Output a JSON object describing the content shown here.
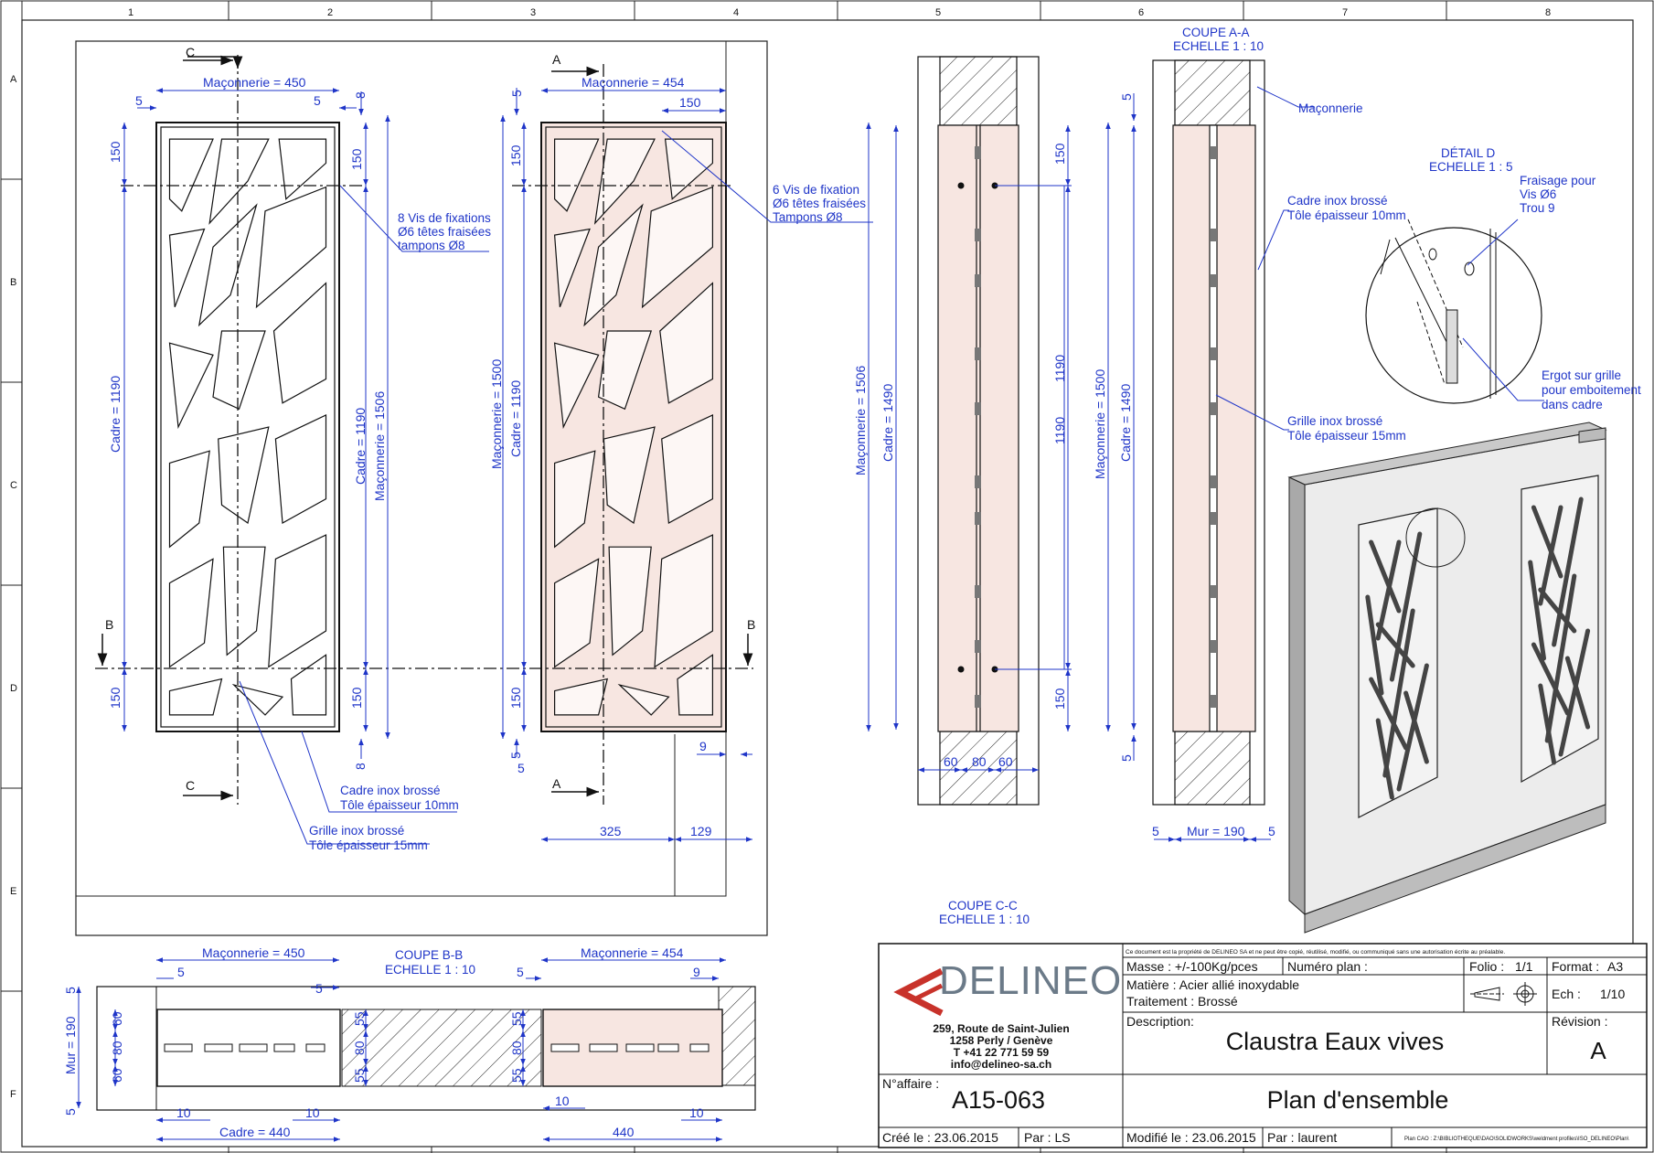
{
  "grid": {
    "columns": [
      "1",
      "2",
      "3",
      "4",
      "5",
      "6",
      "7",
      "8"
    ],
    "rows": [
      "A",
      "B",
      "C",
      "D",
      "E",
      "F"
    ]
  },
  "colors": {
    "dimension": "#1f35c8",
    "line": "#111111",
    "masonry_fill": "#f7e6e1",
    "logo_red": "#c8322a",
    "logo_grey": "#6b7a88"
  },
  "front_view": {
    "masonry_width": "Maçonnerie = 450",
    "edge_left": "5",
    "edge_right": "5",
    "top_8": "8",
    "bottom_8": "8",
    "top_150_left": "150",
    "top_150_right": "150",
    "bottom_150_left": "150",
    "bottom_150_right": "150",
    "cadre_left": "Cadre = 1190",
    "cadre_right": "Cadre = 1190",
    "maconnerie_right": "Maçonnerie = 1506",
    "screws_note": [
      "8 Vis de fixations",
      "Ø6 têtes fraisées",
      "tampons Ø8"
    ],
    "cadre_note": [
      "Cadre inox brossé",
      "Tôle épaisseur 10mm"
    ],
    "grille_note": [
      "Grille inox brossé",
      "Tôle épaisseur 15mm"
    ],
    "section_c": "C",
    "section_b": "B"
  },
  "back_view": {
    "masonry_width": "Maçonnerie = 454",
    "top_5": "5",
    "dim_150": "150",
    "top_150": "150",
    "bottom_150": "150",
    "maconnerie_1500": "Maçonnerie = 1500",
    "cadre_1190": "Cadre = 1190",
    "bottom_5a": "5",
    "bottom_5b": "5",
    "dim_9": "9",
    "dim_325": "325",
    "dim_129": "129",
    "screws_note": [
      "6 Vis de fixation",
      "Ø6 têtes fraisées",
      "Tampons Ø8"
    ],
    "section_a": "A"
  },
  "section_cc": {
    "title": "COUPE C-C",
    "scale": "ECHELLE 1 : 10",
    "maconnerie": "Maçonnerie = 1506",
    "cadre": "Cadre = 1490",
    "top_150": "150",
    "mid_1190": "1190",
    "bottom_150": "150",
    "d60a": "60",
    "d80": "80",
    "d60b": "60"
  },
  "section_aa": {
    "title": "COUPE A-A",
    "scale": "ECHELLE 1 : 10",
    "maconnerie_label": "Maçonnerie",
    "maconnerie": "Maçonnerie = 1500",
    "cadre": "Cadre = 1490",
    "top_5": "5",
    "bottom_5": "5",
    "mid_1190": "1190",
    "wall_left_5": "5",
    "wall": "Mur = 190",
    "wall_right_5": "5",
    "cadre_note": [
      "Cadre inox brossé",
      "Tôle épaisseur 10mm"
    ],
    "grille_note": [
      "Grille inox brossé",
      "Tôle épaisseur 15mm"
    ]
  },
  "detail_d": {
    "title": "DÉTAIL D",
    "scale": "ECHELLE 1 : 5",
    "fraisage_note": [
      "Fraisage pour",
      "Vis Ø6",
      "Trou 9"
    ],
    "ergot_note": [
      "Ergot sur grille",
      "pour emboitement",
      "dans cadre"
    ]
  },
  "section_bb": {
    "title": "COUPE B-B",
    "scale": "ECHELLE 1 : 10",
    "masonry_left": "Maçonnerie = 450",
    "masonry_right": "Maçonnerie = 454",
    "d5a": "5",
    "d5b": "5",
    "d5c": "5",
    "d9": "9",
    "mur": "Mur = 190",
    "d5_top": "5",
    "d5_bottom": "5",
    "d60a": "60",
    "d80a": "80",
    "d60b": "60",
    "d55a": "55",
    "d80b": "80",
    "d55b": "55",
    "d55c": "55",
    "d80c": "80",
    "d55d": "55",
    "d10a": "10",
    "d10b": "10",
    "d10c": "10",
    "d10d": "10",
    "cadre_440": "Cadre = 440",
    "d440": "440"
  },
  "title_block": {
    "disclaimer": "Ce document est la propriété de DELINEO SA et ne peut être copié, réutilisé, modifié, ou communiqué sans une autorisation écrite au préalable.",
    "logo": "DELINEO",
    "address": [
      "259, Route de Saint-Julien",
      "1258 Perly / Genève",
      "T +41 22 771 59 59",
      "info@delineo-sa.ch"
    ],
    "masse": "Masse :  +/-100Kg/pces",
    "numero_plan": "Numéro plan :",
    "folio_label": "Folio :",
    "folio_value": "1/1",
    "format_label": "Format :",
    "format_value": "A3",
    "matiere": "Matière :  Acier allié inoxydable",
    "traitement": "Traitement :  Brossé",
    "ech_label": "Ech :",
    "ech_value": "1/10",
    "description_label": "Description:",
    "description": "Claustra Eaux vives",
    "revision_label": "Révision :",
    "revision": "A",
    "affaire_label": "N°affaire :",
    "affaire": "A15-063",
    "plan_title": "Plan d'ensemble",
    "cree_le": "Créé le : 23.06.2015",
    "par1": "Par :  LS",
    "modifie_le": "Modifié le : 23.06.2015",
    "par2": "Par :  laurent",
    "plan_cao": "Plan CAO : Z:\\BIBLIOTHEQUE\\DAO\\SOLIDWORKS\\weldment profiles\\ISO_DELINEO\\Plan\\"
  }
}
